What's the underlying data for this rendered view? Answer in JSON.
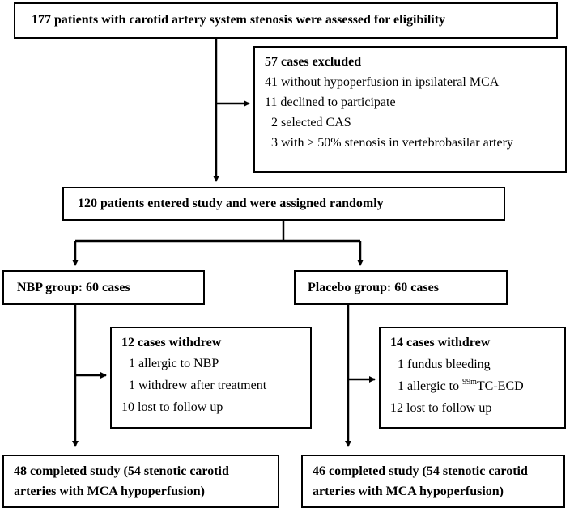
{
  "eligibility": "177 patients with carotid artery system stenosis were assessed for eligibility",
  "excluded": {
    "title": "57 cases excluded",
    "items": [
      "41 without hypoperfusion in ipsilateral MCA",
      "11 declined to participate",
      "  2 selected CAS",
      "  3 with ≥ 50% stenosis in vertebrobasilar artery"
    ]
  },
  "randomized": "120 patients entered study and were assigned randomly",
  "nbp": {
    "group": "NBP group: 60 cases",
    "withdrew_title": "12 cases withdrew",
    "withdrew_items": [
      "1 allergic to NBP",
      "1 withdrew after treatment",
      "10 lost to follow up"
    ],
    "completed_line1": "48 completed study (54 stenotic carotid",
    "completed_line2": "arteries with MCA hypoperfusion)"
  },
  "placebo": {
    "group": "Placebo group: 60 cases",
    "withdrew_title": "14 cases withdrew",
    "withdrew_items": [
      "1 fundus bleeding",
      "1 allergic to ",
      "12 lost to follow up"
    ],
    "tracer_sup": "99m",
    "tracer_name": "TC-ECD",
    "completed_line1": "46 completed study (54 stenotic carotid",
    "completed_line2": "arteries with MCA hypoperfusion)"
  }
}
